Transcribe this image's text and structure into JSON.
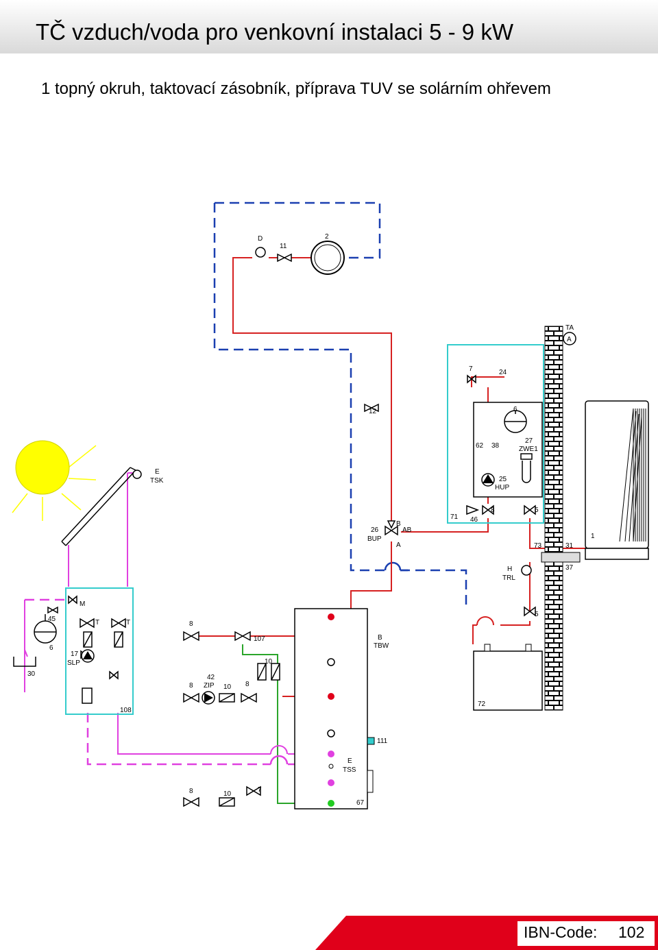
{
  "header": {
    "title": "TČ vzduch/voda pro venkovní instalaci  5 - 9 kW",
    "subtitle": "1 topný okruh, taktovací zásobník, příprava TUV se solárním ohřevem"
  },
  "labels": {
    "D": "D",
    "n11": "11",
    "n2": "2",
    "n12": "12",
    "n7": "7",
    "n24": "24",
    "n6": "6",
    "n62": "62",
    "n38": "38",
    "n27": "27",
    "ZWE1": "ZWE1",
    "n25": "25",
    "HUP": "HUP",
    "n71": "71",
    "n8a": "8",
    "n46": "46",
    "n5a": "5",
    "n26": "26",
    "BUP": "BUP",
    "B": "B",
    "AB": "AB",
    "A": "A",
    "TA": "TA",
    "A2": "A",
    "n73": "73",
    "n31": "31",
    "n1": "1",
    "n37": "37",
    "H": "H",
    "TRL": "TRL",
    "n5b": "5",
    "E1": "E",
    "TSK": "TSK",
    "n45": "45",
    "n6b": "6",
    "n30": "30",
    "n17": "17",
    "SLP": "SLP",
    "M": "M",
    "T1": "T",
    "T2": "T",
    "n108": "108",
    "n8b": "8",
    "n107": "107",
    "n8c": "8",
    "n42": "42",
    "ZIP": "ZIP",
    "n10a": "10",
    "n8d": "8",
    "n10b": "10",
    "B2": "B",
    "TBW": "TBW",
    "n72": "72",
    "n111": "111",
    "E2": "E",
    "TSS": "TSS",
    "n8e": "8",
    "n10c": "10",
    "n7b": "7",
    "n67": "67"
  },
  "colors": {
    "hot": "#d62020",
    "return_dashed": "#1a3fb0",
    "solar": "#e040e0",
    "cold": "#2aa52a",
    "box": "#33cccc",
    "sun": "#ffff00",
    "accent": "#e0001a"
  },
  "footer": {
    "label": "IBN-Code:",
    "value": "102"
  }
}
